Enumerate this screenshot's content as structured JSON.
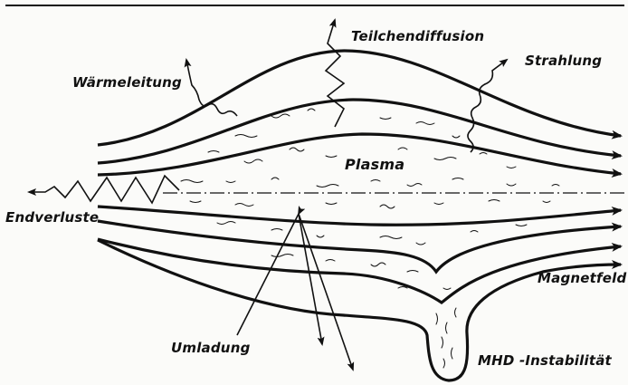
{
  "labels": {
    "teilchendiffusion": "Teilchendiffusion",
    "strahlung": "Strahlung",
    "waermeleitung": "Wärmeleitung",
    "plasma": "Plasma",
    "endverluste": "Endverluste",
    "magnetfeld": "Magnetfeld",
    "umladung": "Umladung",
    "mhd_instabilitaet": "MHD -Instabilität"
  },
  "colors": {
    "ink": "#111111",
    "paper": "#fbfbf9"
  }
}
